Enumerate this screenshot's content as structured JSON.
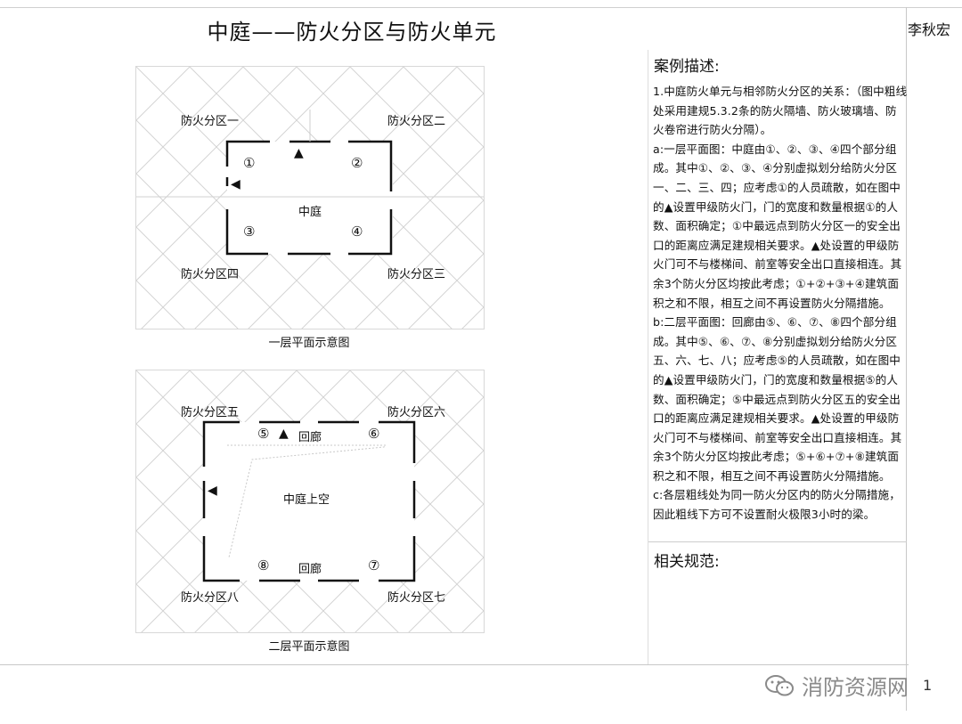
{
  "title": "中庭——防火分区与防火单元",
  "author": "李秋宏",
  "case_heading": "案例描述:",
  "case_paragraphs": [
    "1.中庭防火单元与相邻防火分区的关系：（图中粗线处采用建规5.3.2条的防火隔墙、防火玻璃墙、防火卷帘进行防火分隔）。",
    "a:一层平面图：中庭由①、②、③、④四个部分组成。其中①、②、③、④分别虚拟划分给防火分区一、二、三、四；应考虑①的人员疏散，如在图中的▲设置甲级防火门，门的宽度和数量根据①的人数、面积确定；①中最远点到防火分区一的安全出口的距离应满足建规相关要求。▲处设置的甲级防火门可不与楼梯间、前室等安全出口直接相连。其余3个防火分区均按此考虑；①+②+③+④建筑面积之和不限，相互之间不再设置防火分隔措施。",
    "b:二层平面图：回廊由⑤、⑥、⑦、⑧四个部分组成。其中⑤、⑥、⑦、⑧分别虚拟划分给防火分区五、六、七、八；应考虑⑤的人员疏散，如在图中的▲设置甲级防火门，门的宽度和数量根据⑤的人数、面积确定；⑤中最远点到防火分区五的安全出口的距离应满足建规相关要求。▲处设置的甲级防火门可不与楼梯间、前室等安全出口直接相连。其余3个防火分区均按此考虑；⑤+⑥+⑦+⑧建筑面积之和不限，相互之间不再设置防火分隔措施。",
    "c:各层粗线处为同一防火分区内的防火分隔措施，因此粗线下方可不设置耐火极限3小时的梁。"
  ],
  "norms_heading": "相关规范:",
  "plan1": {
    "caption": "一层平面示意图",
    "zone_tl": "防火分区一",
    "zone_tr": "防火分区二",
    "zone_bl": "防火分区四",
    "zone_br": "防火分区三",
    "center": "中庭",
    "n1": "①",
    "n2": "②",
    "n3": "③",
    "n4": "④",
    "tri_up": "▲",
    "tri_left": "◀"
  },
  "plan2": {
    "caption": "二层平面示意图",
    "zone_tl": "防火分区五",
    "zone_tr": "防火分区六",
    "zone_bl": "防火分区八",
    "zone_br": "防火分区七",
    "center": "中庭上空",
    "corridor_top": "回廊",
    "corridor_bottom": "回廊",
    "n5": "⑤",
    "n6": "⑥",
    "n7": "⑦",
    "n8": "⑧",
    "tri_up": "▲",
    "tri_left": "◀"
  },
  "watermark": "消防资源网",
  "page_number": "1",
  "icons": {
    "watermark_icon": "wechat-icon"
  },
  "colors": {
    "hatch": "#cfcfcf",
    "wall": "#111111",
    "watermark": "#8a8a8a"
  }
}
